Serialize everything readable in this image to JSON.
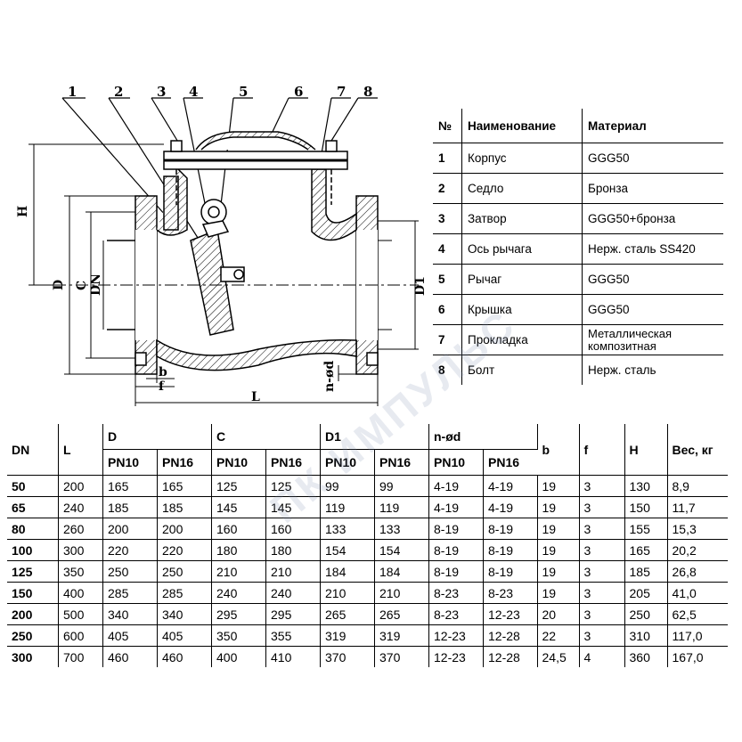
{
  "drawing": {
    "callouts": [
      "1",
      "2",
      "3",
      "4",
      "5",
      "6",
      "7",
      "8"
    ],
    "dims": {
      "H": "H",
      "D": "D",
      "C": "C",
      "DN": "DN",
      "D1": "D1",
      "b": "b",
      "f": "f",
      "L": "L",
      "nod": "n-ød"
    }
  },
  "watermark": "ПК ИМПУЛЬС",
  "parts": {
    "headers": {
      "no": "№",
      "name": "Наименование",
      "material": "Материал"
    },
    "rows": [
      {
        "no": "1",
        "name": "Корпус",
        "material": "GGG50"
      },
      {
        "no": "2",
        "name": "Седло",
        "material": "Бронза"
      },
      {
        "no": "3",
        "name": "Затвор",
        "material": "GGG50+бронза"
      },
      {
        "no": "4",
        "name": "Ось рычага",
        "material": "Нерж. сталь SS420"
      },
      {
        "no": "5",
        "name": "Рычаг",
        "material": "GGG50"
      },
      {
        "no": "6",
        "name": "Крышка",
        "material": "GGG50"
      },
      {
        "no": "7",
        "name": "Прокладка",
        "material": "Металлическая композитная"
      },
      {
        "no": "8",
        "name": "Болт",
        "material": "Нерж. сталь"
      }
    ]
  },
  "dims": {
    "headers": {
      "DN": "DN",
      "L": "L",
      "D": "D",
      "C": "C",
      "D1": "D1",
      "nod": "n-ød",
      "b": "b",
      "f": "f",
      "H": "H",
      "weight": "Вес, кг",
      "PN10": "PN10",
      "PN16": "PN16"
    },
    "rows": [
      [
        "50",
        "200",
        "165",
        "165",
        "125",
        "125",
        "99",
        "99",
        "4-19",
        "4-19",
        "19",
        "3",
        "130",
        "8,9"
      ],
      [
        "65",
        "240",
        "185",
        "185",
        "145",
        "145",
        "119",
        "119",
        "4-19",
        "4-19",
        "19",
        "3",
        "150",
        "11,7"
      ],
      [
        "80",
        "260",
        "200",
        "200",
        "160",
        "160",
        "133",
        "133",
        "8-19",
        "8-19",
        "19",
        "3",
        "155",
        "15,3"
      ],
      [
        "100",
        "300",
        "220",
        "220",
        "180",
        "180",
        "154",
        "154",
        "8-19",
        "8-19",
        "19",
        "3",
        "165",
        "20,2"
      ],
      [
        "125",
        "350",
        "250",
        "250",
        "210",
        "210",
        "184",
        "184",
        "8-19",
        "8-19",
        "19",
        "3",
        "185",
        "26,8"
      ],
      [
        "150",
        "400",
        "285",
        "285",
        "240",
        "240",
        "210",
        "210",
        "8-23",
        "8-23",
        "19",
        "3",
        "205",
        "41,0"
      ],
      [
        "200",
        "500",
        "340",
        "340",
        "295",
        "295",
        "265",
        "265",
        "8-23",
        "12-23",
        "20",
        "3",
        "250",
        "62,5"
      ],
      [
        "250",
        "600",
        "405",
        "405",
        "350",
        "355",
        "319",
        "319",
        "12-23",
        "12-28",
        "22",
        "3",
        "310",
        "117,0"
      ],
      [
        "300",
        "700",
        "460",
        "460",
        "400",
        "410",
        "370",
        "370",
        "12-23",
        "12-28",
        "24,5",
        "4",
        "360",
        "167,0"
      ]
    ]
  }
}
